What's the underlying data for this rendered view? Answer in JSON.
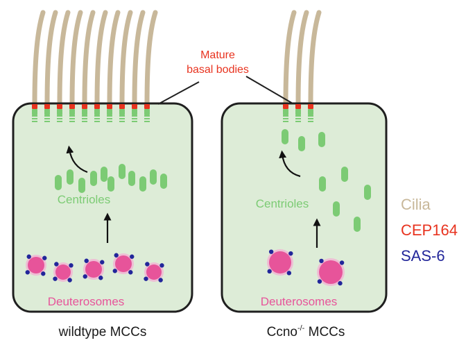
{
  "colors": {
    "cell_fill": "#ddecd7",
    "cell_stroke": "#1f1f1f",
    "centriole": "#7ccb74",
    "cilia": "#c8b89a",
    "cep164": "#e8331f",
    "sas6": "#22269a",
    "deuterosome": "#e7549a"
  },
  "annotation": {
    "line1": "Mature",
    "line2": "basal bodies"
  },
  "cells": [
    {
      "name": "wildtype",
      "caption": "wildtype MCCs",
      "centrioles_label": "Centrioles",
      "deuterosomes_label": "Deuterosomes"
    },
    {
      "name": "ccno",
      "caption_main": "Ccno",
      "caption_sup": "-/-",
      "caption_rest": " MCCs",
      "centrioles_label": "Centrioles",
      "deuterosomes_label": "Deuterosomes"
    }
  ],
  "legend": [
    {
      "label": "Cilia",
      "color": "#c8b89a"
    },
    {
      "label": "CEP164",
      "color": "#e8331f"
    },
    {
      "label": "SAS-6",
      "color": "#22269a"
    }
  ]
}
